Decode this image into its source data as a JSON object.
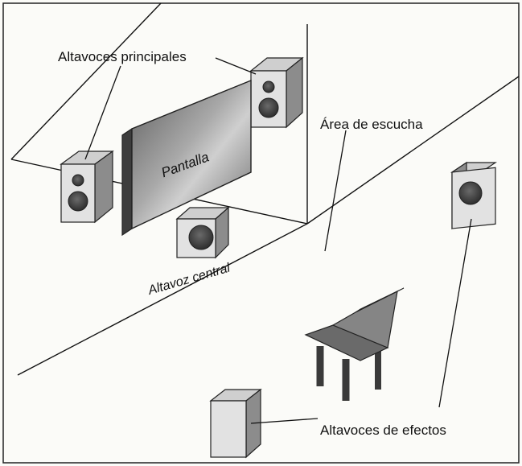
{
  "labels": {
    "main_speakers": "Altavoces principales",
    "screen": "Pantalla",
    "listening_area": "Área de escucha",
    "center_speaker": "Altavoz central",
    "effects_speakers": "Altavoces de efectos"
  },
  "colors": {
    "paper": "#fbfbf8",
    "ink": "#111111",
    "speaker_face": "#e2e2e2",
    "speaker_side": "#8c8c8c",
    "screen_face": "#6f6f6f",
    "screen_edge": "#3d3d3d",
    "chair": "#4a4a4a"
  }
}
